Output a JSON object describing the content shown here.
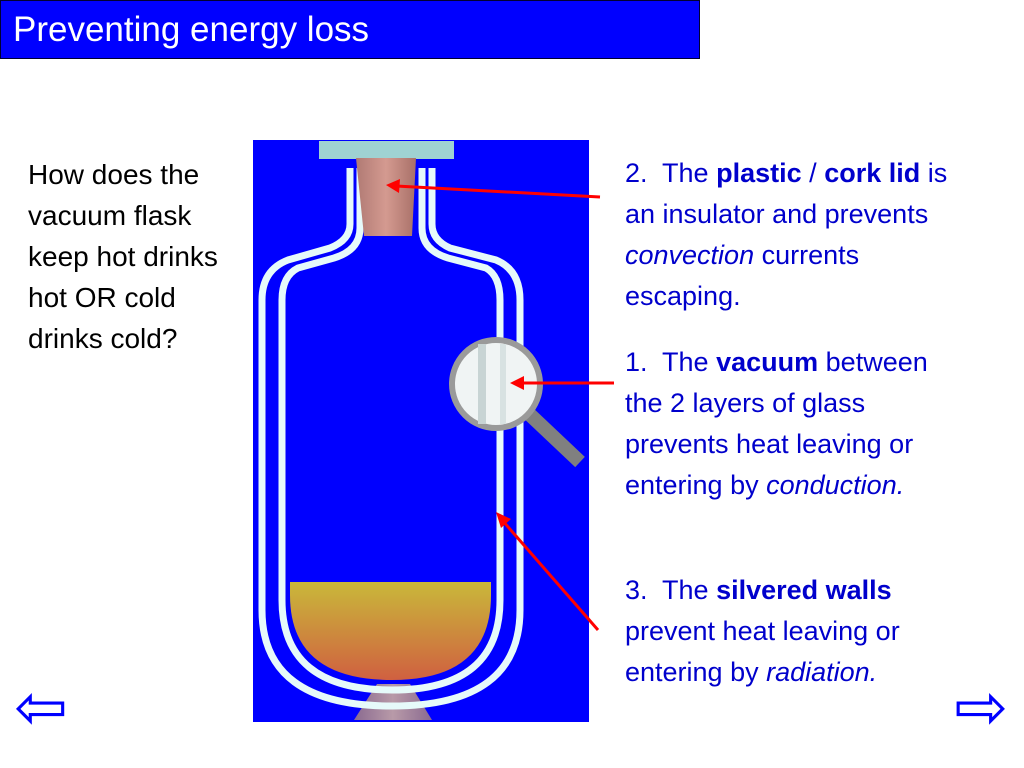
{
  "title": "Preventing energy loss",
  "question": "How does the vacuum flask keep hot drinks hot OR cold drinks cold?",
  "facts": {
    "lid": {
      "number": "2.",
      "the": "The",
      "bold_a": "plastic",
      "sep": "/",
      "bold_b": "cork lid",
      "rest": "is an insulator and prevents",
      "italic": "convection",
      "end": "currents escaping."
    },
    "vacuum": {
      "number": "1.",
      "the": "The",
      "bold": "vacuum",
      "rest": "between the 2 layers of glass prevents heat leaving or entering by",
      "italic": "conduction."
    },
    "walls": {
      "number": "3.",
      "the": "The",
      "bold": "silvered walls",
      "rest": "prevent heat leaving or entering by",
      "italic": "radiation."
    }
  },
  "nav": {
    "prev": "⇦",
    "next": "⇨"
  },
  "colors": {
    "title_bg": "#0000ff",
    "title_text": "#ffffff",
    "fact_text": "#0000cc",
    "diagram_bg": "#0000ff",
    "glass_wall": "#e6fafa",
    "arrow": "#ff0000",
    "magnifier": "#808080",
    "cork": "#c48a82",
    "cap": "#9fd2d2",
    "liquid_top": "#c9b83a",
    "liquid_bottom": "#d06040"
  },
  "icons": {
    "prev": "left-arrow-icon",
    "next": "right-arrow-icon",
    "magnifier": "magnifying-glass-icon"
  }
}
